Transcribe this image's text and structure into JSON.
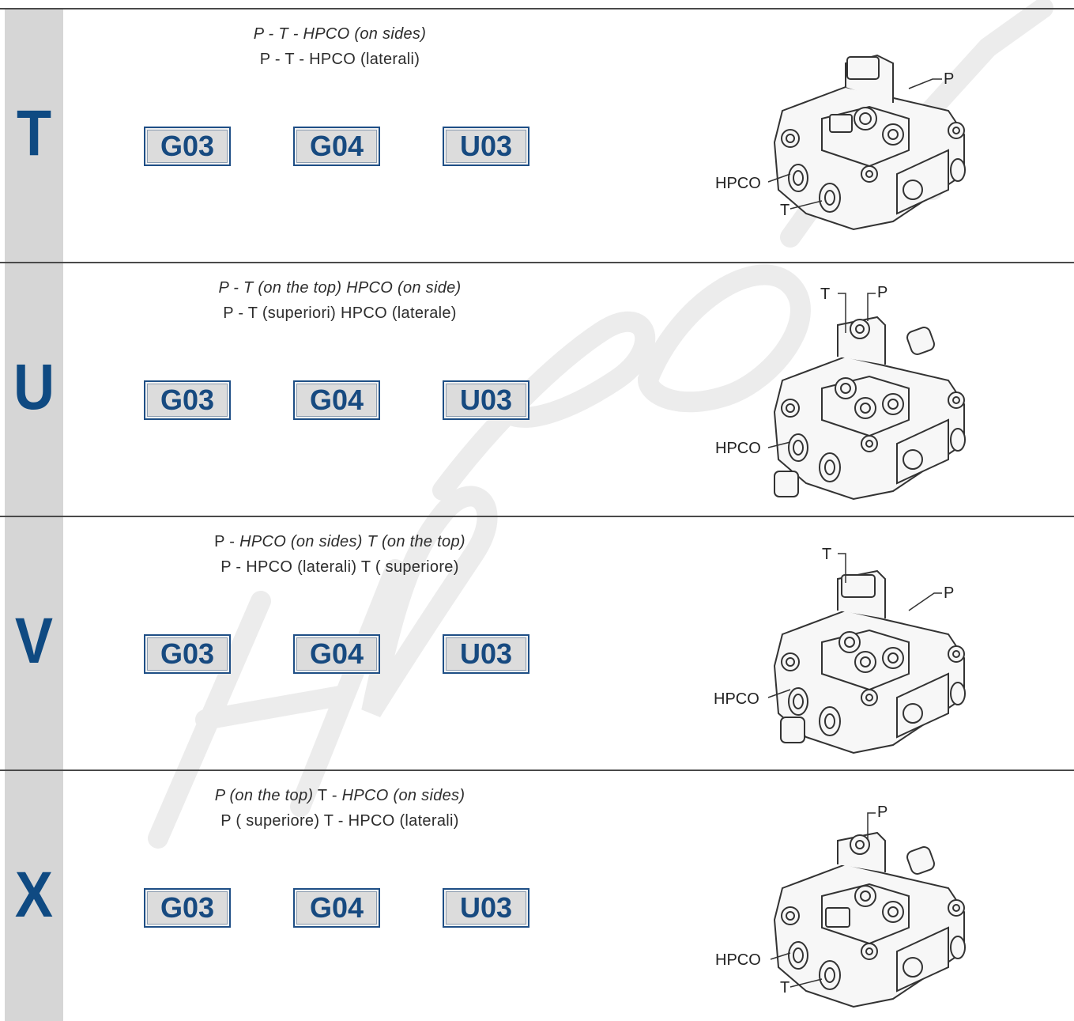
{
  "rows": [
    {
      "letter": "T",
      "en_caption": "P - T - HPCO (on sides)",
      "it_caption": "P - T - HPCO (laterali)",
      "codes": [
        "G03",
        "G04",
        "U03"
      ],
      "labels": {
        "p": "P",
        "hpco": "HPCO",
        "t": "T"
      }
    },
    {
      "letter": "U",
      "en_caption": "P - T (on the top) HPCO (on side)",
      "it_caption": "P - T (superiori) HPCO (laterale)",
      "codes": [
        "G03",
        "G04",
        "U03"
      ],
      "labels": {
        "p": "P",
        "hpco": "HPCO",
        "t": "T"
      }
    },
    {
      "letter": "V",
      "en_caption_a": "P - ",
      "en_caption_b": "HPCO (on sides) T (on the top)",
      "it_caption": "P - HPCO (laterali) T ( superiore)",
      "codes": [
        "G03",
        "G04",
        "U03"
      ],
      "labels": {
        "p": "P",
        "hpco": "HPCO",
        "t": "T"
      }
    },
    {
      "letter": "X",
      "en_caption_a": "P (on the top)",
      "en_caption_b": " T - ",
      "en_caption_c": "HPCO (on sides)",
      "it_caption": "P ( superiore) T - HPCO (laterali)",
      "codes": [
        "G03",
        "G04",
        "U03"
      ],
      "labels": {
        "p": "P",
        "hpco": "HPCO",
        "t": "T"
      }
    }
  ],
  "watermark_icon": "hydrocontrol-script-watermark",
  "diagram_icon": "valve-body-drawing",
  "colors": {
    "code_text": "#174a80",
    "code_border": "#1f4f86",
    "letter": "#0f4a82",
    "band": "#d6d6d6"
  }
}
